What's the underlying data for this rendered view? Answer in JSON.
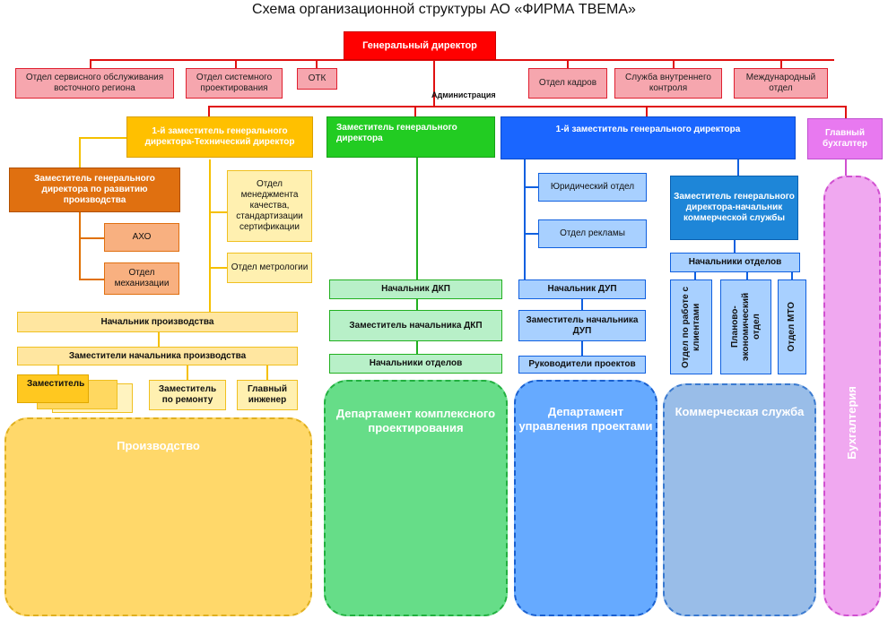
{
  "title": "Схема организационной структуры АО «ФИРМА ТВЕМА»",
  "ceo": "Генеральный директор",
  "admin_label": "Администрация",
  "admin_units": {
    "service_east": "Отдел сервисного обслуживания восточного региона",
    "system_design": "Отдел системного проектирования",
    "otk": "ОТК",
    "hr": "Отдел кадров",
    "internal_control": "Служба внутреннего контроля",
    "international": "Международный отдел"
  },
  "technical": {
    "head": "1-й заместитель генерального директора-Технический директор",
    "dev_deputy": "Заместитель генерального директора по развитию производства",
    "aho": "АХО",
    "mechanization": "Отдел механизации",
    "quality": "Отдел менеджмента качества, стандартизации сертификации",
    "metrology": "Отдел метрологии",
    "production_head": "Начальник производства",
    "production_deputies": "Заместители начальника производства",
    "deputy": "Заместитель",
    "repair_deputy": "Заместитель по ремонту",
    "chief_engineer": "Главный инженер",
    "department": "Производство"
  },
  "dkp": {
    "head": "Заместитель генерального директора",
    "chief": "Начальник ДКП",
    "deputy": "Заместитель начальника ДКП",
    "dept_heads": "Начальники отделов",
    "department": "Департамент комплексного проектирования"
  },
  "dup": {
    "head": "1-й заместитель генерального директора",
    "legal": "Юридический отдел",
    "ads": "Отдел рекламы",
    "chief": "Начальник ДУП",
    "deputy": "Заместитель начальника ДУП",
    "project_leads": "Руководители проектов",
    "department": "Департамент управления проектами"
  },
  "commercial": {
    "head": "Заместитель генерального директора-начальник коммерческой службы",
    "dept_heads": "Начальники отделов",
    "clients": "Отдел по работе с клиентами",
    "planning": "Планово-экономический отдел",
    "mto": "Отдел МТО",
    "department": "Коммерческая служба"
  },
  "accounting": {
    "head": "Главный бухгалтер",
    "department": "Бухгалтерия"
  }
}
